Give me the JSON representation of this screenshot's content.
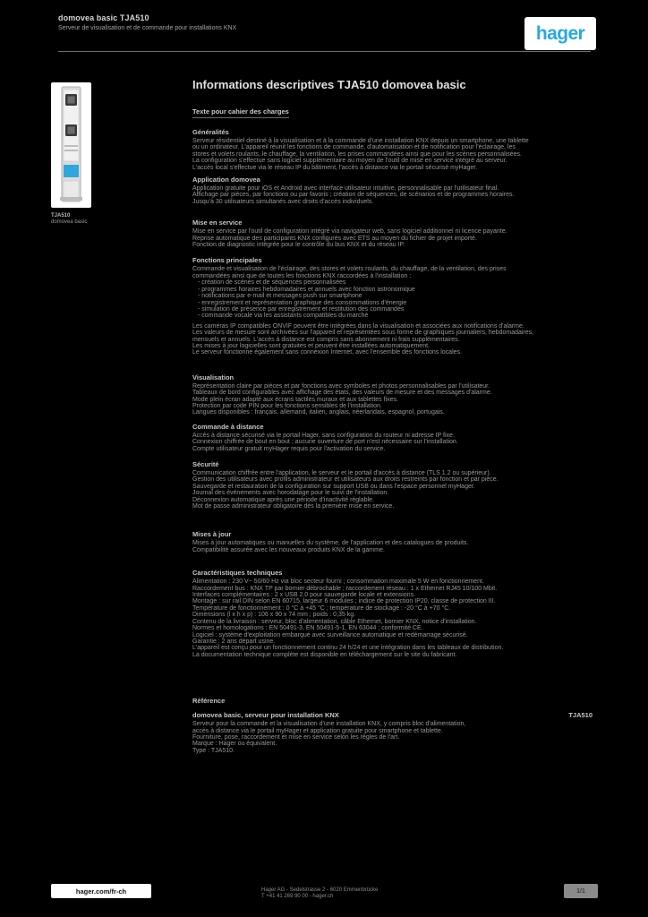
{
  "colors": {
    "brand_blue": "#29a8e0",
    "page_bg": "#000000"
  },
  "header": {
    "title": "domovea basic TJA510",
    "subtitle": "Serveur de visualisation et de commande pour installations KNX",
    "logo": "hager"
  },
  "product": {
    "caption_ref": "TJA510",
    "caption_name": "domovea basic"
  },
  "content": {
    "title": "Informations descriptives TJA510 domovea basic",
    "subheading": "Texte pour cahier des charges",
    "sections": [
      {
        "heading": "Généralités",
        "lines": [
          "Serveur résidentiel destiné à la visualisation et à la commande d'une installation KNX depuis un smartphone, une tablette",
          "ou un ordinateur. L'appareil réunit les fonctions de commande, d'automatisation et de notification pour l'éclairage, les",
          "stores et volets roulants, le chauffage, la ventilation, les prises commandées ainsi que pour les scènes personnalisées.",
          "La configuration s'effectue sans logiciel supplémentaire au moyen de l'outil de mise en service intégré au serveur.",
          "L'accès local s'effectue via le réseau IP du bâtiment, l'accès à distance via le portail sécurisé myHager."
        ]
      },
      {
        "heading": "Application domovea",
        "lines": [
          "Application gratuite pour iOS et Android avec interface utilisateur intuitive, personnalisable par l'utilisateur final.",
          "Affichage par pièces, par fonctions ou par favoris ; création de séquences, de scénarios et de programmes horaires.",
          "Jusqu'à 30 utilisateurs simultanés avec droits d'accès individuels."
        ]
      },
      {
        "heading": "Mise en service",
        "lines": [
          "Mise en service par l'outil de configuration intégré via navigateur web, sans logiciel additionnel ni licence payante.",
          "Reprise automatique des participants KNX configurés avec ETS au moyen du fichier de projet importé.",
          "Fonction de diagnostic intégrée pour le contrôle du bus KNX et du réseau IP."
        ]
      },
      {
        "heading": "Fonctions principales",
        "lines": [
          "Commande et visualisation de l'éclairage, des stores et volets roulants, du chauffage, de la ventilation, des prises",
          "commandées ainsi que de toutes les fonctions KNX raccordées à l'installation :",
          "- création de scènes et de séquences personnalisées",
          "- programmes horaires hebdomadaires et annuels avec fonction astronomique",
          "- notifications par e-mail et messages push sur smartphone",
          "- enregistrement et représentation graphique des consommations d'énergie",
          "- simulation de présence par enregistrement et restitution des commandes",
          "- commande vocale via les assistants compatibles du marché"
        ]
      },
      {
        "heading": null,
        "lines": [
          "Les caméras IP compatibles ONVIF peuvent être intégrées dans la visualisation et associées aux notifications d'alarme.",
          "Les valeurs de mesure sont archivées sur l'appareil et représentées sous forme de graphiques journaliers, hebdomadaires,",
          "mensuels et annuels. L'accès à distance est compris sans abonnement ni frais supplémentaires.",
          "Les mises à jour logicielles sont gratuites et peuvent être installées automatiquement.",
          "Le serveur fonctionne également sans connexion Internet, avec l'ensemble des fonctions locales."
        ]
      },
      {
        "heading": "Visualisation",
        "lines": [
          "Représentation claire par pièces et par fonctions avec symboles et photos personnalisables par l'utilisateur.",
          "Tableaux de bord configurables avec affichage des états, des valeurs de mesure et des messages d'alarme.",
          "Mode plein écran adapté aux écrans tactiles muraux et aux tablettes fixes.",
          "Protection par code PIN pour les fonctions sensibles de l'installation.",
          "Langues disponibles : français, allemand, italien, anglais, néerlandais, espagnol, portugais."
        ]
      },
      {
        "heading": "Commande à distance",
        "lines": [
          "Accès à distance sécurisé via le portail Hager, sans configuration du routeur ni adresse IP fixe.",
          "Connexion chiffrée de bout en bout ; aucune ouverture de port n'est nécessaire sur l'installation.",
          "Compte utilisateur gratuit myHager requis pour l'activation du service."
        ]
      },
      {
        "heading": "Sécurité",
        "lines": [
          "Communication chiffrée entre l'application, le serveur et le portail d'accès à distance (TLS 1.2 ou supérieur).",
          "Gestion des utilisateurs avec profils administrateur et utilisateurs aux droits restreints par fonction et par pièce.",
          "Sauvegarde et restauration de la configuration sur support USB ou dans l'espace personnel myHager.",
          "Journal des événements avec horodatage pour le suivi de l'installation.",
          "Déconnexion automatique après une période d'inactivité réglable.",
          "Mot de passe administrateur obligatoire dès la première mise en service."
        ]
      },
      {
        "heading": "Mises à jour",
        "lines": [
          "Mises à jour automatiques ou manuelles du système, de l'application et des catalogues de produits.",
          "Compatibilité assurée avec les nouveaux produits KNX de la gamme."
        ]
      },
      {
        "heading": "Caractéristiques techniques",
        "lines": [
          "Alimentation : 230 V~ 50/60 Hz via bloc secteur fourni ; consommation maximale 5 W en fonctionnement.",
          "Raccordement bus : KNX TP par bornier débrochable ; raccordement réseau : 1 x Ethernet RJ45 10/100 Mbit.",
          "Interfaces complémentaires : 2 x USB 2.0 pour sauvegarde locale et extensions.",
          "Montage : sur rail DIN selon EN 60715, largeur 6 modules ; indice de protection IP20, classe de protection III.",
          "Température de fonctionnement : 0 °C à +45 °C ; température de stockage : -20 °C à +70 °C.",
          "Dimensions (l x h x p) : 106 x 90 x 74 mm ; poids : 0,35 kg.",
          "Contenu de la livraison : serveur, bloc d'alimentation, câble Ethernet, bornier KNX, notice d'installation.",
          "Normes et homologations : EN 50491-3, EN 50491-5-1, EN 63044 ; conformité CE.",
          "Logiciel : système d'exploitation embarqué avec surveillance automatique et redémarrage sécurisé.",
          "Garantie : 2 ans départ usine.",
          "L'appareil est conçu pour un fonctionnement continu 24 h/24 et une intégration dans les tableaux de distribution.",
          "La documentation technique complète est disponible en téléchargement sur le site du fabricant."
        ]
      },
      {
        "heading": "Référence",
        "lines": []
      },
      {
        "heading": "domovea basic, serveur pour installation KNX",
        "code": "TJA510",
        "lines": [
          "Serveur pour la commande et la visualisation d'une installation KNX, y compris bloc d'alimentation,",
          "accès à distance via le portail myHager et application gratuite pour smartphone et tablette.",
          "Fourniture, pose, raccordement et mise en service selon les règles de l'art.",
          "Marque : Hager ou équivalent.",
          "Type : TJA510."
        ]
      }
    ]
  },
  "footer": {
    "site": "hager.com/fr-ch",
    "contact_line1": "Hager AG - Sedelstrasse 2 - 6020 Emmenbrücke",
    "contact_line2": "T +41 41 269 90 00 - hager.ch",
    "page_badge": "1/1"
  }
}
